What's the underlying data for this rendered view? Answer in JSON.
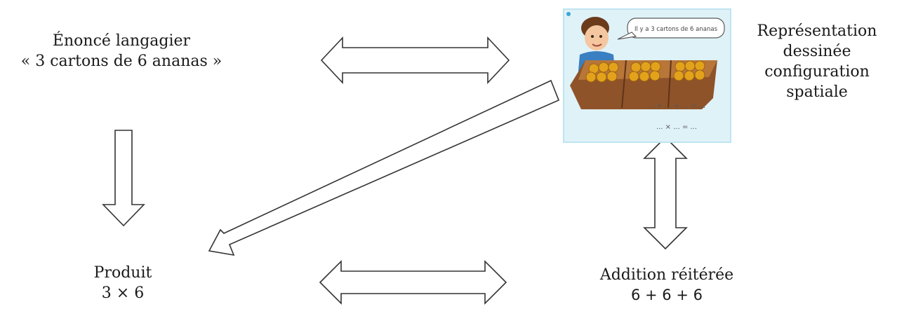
{
  "labels": {
    "enonce_line1": "Énoncé langagier",
    "enonce_line2": "« 3 cartons de 6 ananas »",
    "representation_line1": "Représentation",
    "representation_line2": "dessinée",
    "representation_line3": "configuration",
    "representation_line4": "spatiale",
    "produit_line1": "Produit",
    "produit_line2": "3 × 6",
    "addition_line1": "Addition réitérée",
    "addition_line2": "6 + 6 + 6"
  },
  "illustration": {
    "speech_bubble": "Il y a 3 cartons de 6 ananas",
    "addition_blank": "... + ... + ... = ...",
    "product_blank": "... × ... = ..."
  },
  "colors": {
    "ink": "#1a1a1a",
    "illustration_bg": "#dff2f8",
    "crate": "#a0612f",
    "pineapple": "#e3a21c"
  }
}
